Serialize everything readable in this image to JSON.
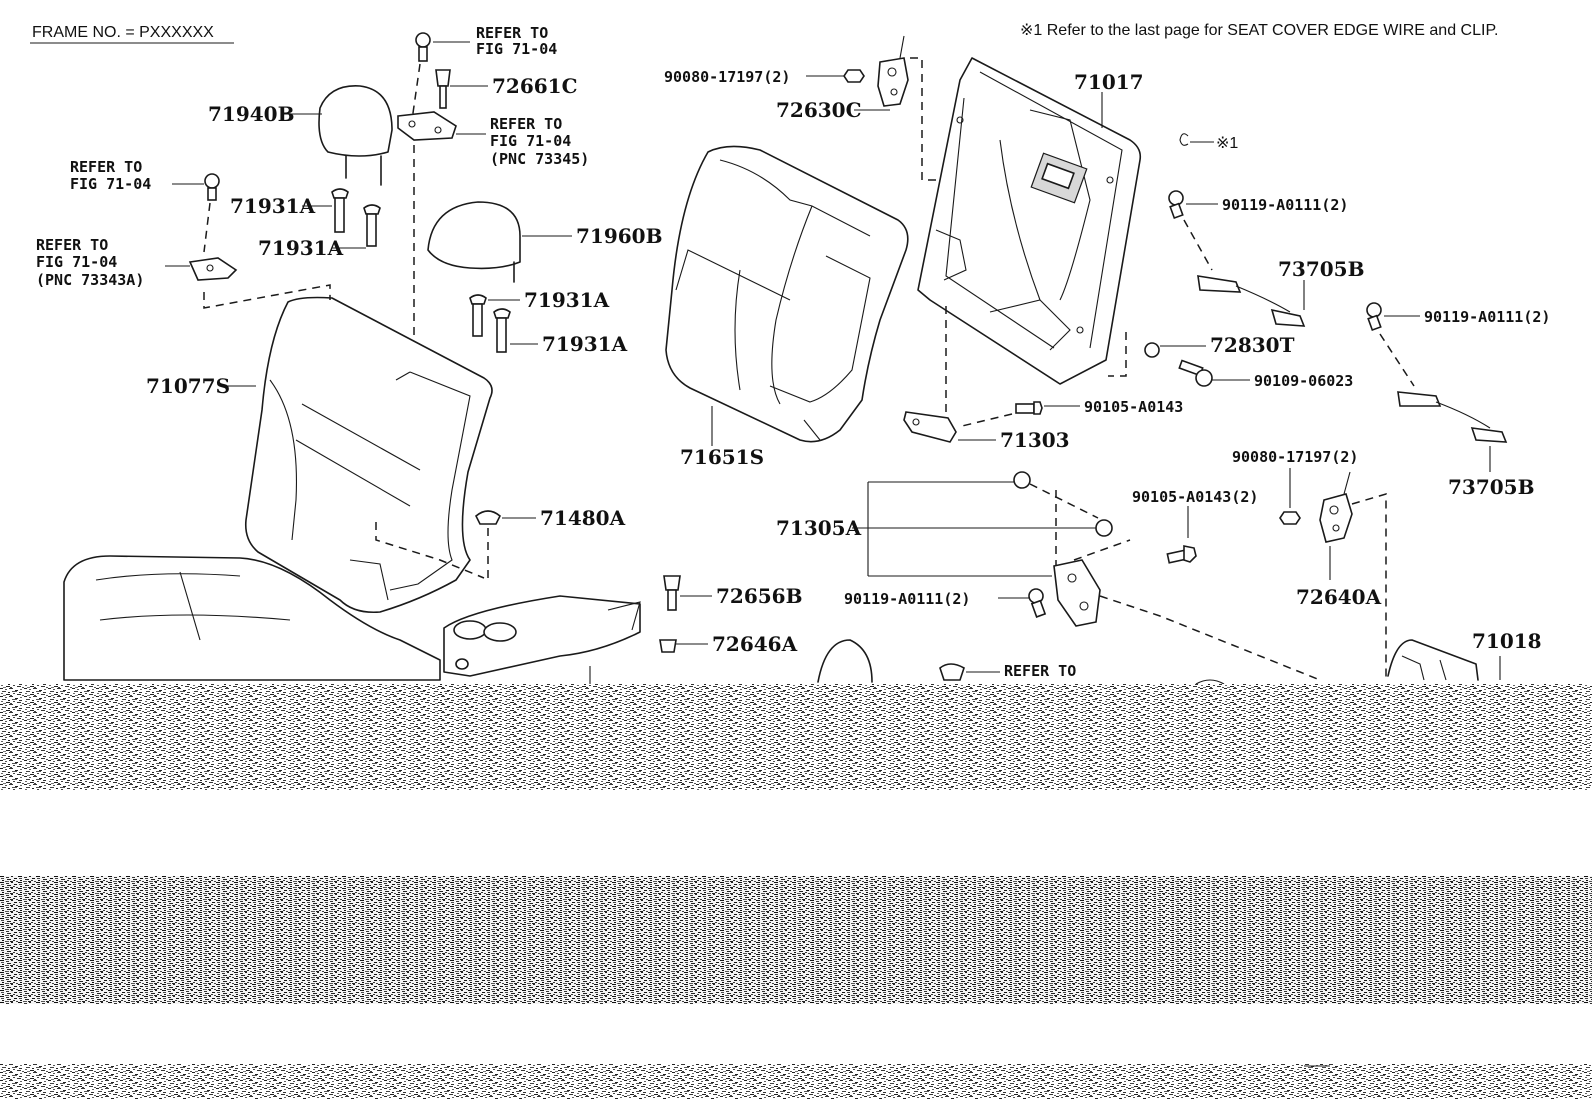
{
  "header": {
    "frame_no": "FRAME NO. = PXXXXXX",
    "footnote": "※1 Refer to the last page for SEAT COVER EDGE WIRE and CLIP."
  },
  "callouts": {
    "refer_to": "REFER TO",
    "fig_71_04": "FIG 71-04",
    "pnc_73345": "(PNC 73345)",
    "pnc_73343a": "(PNC 73343A)",
    "star1": "※1"
  },
  "parts": {
    "p_71940B": "71940B",
    "p_72661C": "72661C",
    "p_71931A_1": "71931A",
    "p_71931A_2": "71931A",
    "p_71931A_3": "71931A",
    "p_71931A_4": "71931A",
    "p_71960B": "71960B",
    "p_71077S": "71077S",
    "p_71480A": "71480A",
    "p_72656B": "72656B",
    "p_72646A": "72646A",
    "p_90080_17197_top": "90080-17197(2)",
    "p_72630C": "72630C",
    "p_71017": "71017",
    "p_71651S": "71651S",
    "p_90119_A0111_a": "90119-A0111(2)",
    "p_73705B_a": "73705B",
    "p_90119_A0111_b": "90119-A0111(2)",
    "p_72830T": "72830T",
    "p_90109_06023": "90109-06023",
    "p_90105_A0143": "90105-A0143",
    "p_71303": "71303",
    "p_73705B_b": "73705B",
    "p_90080_17197_mid": "90080-17197(2)",
    "p_90105_A0143_2": "90105-A0143(2)",
    "p_71305A": "71305A",
    "p_72640A": "72640A",
    "p_90119_A0111_c": "90119-A0111(2)",
    "p_71018": "71018"
  }
}
